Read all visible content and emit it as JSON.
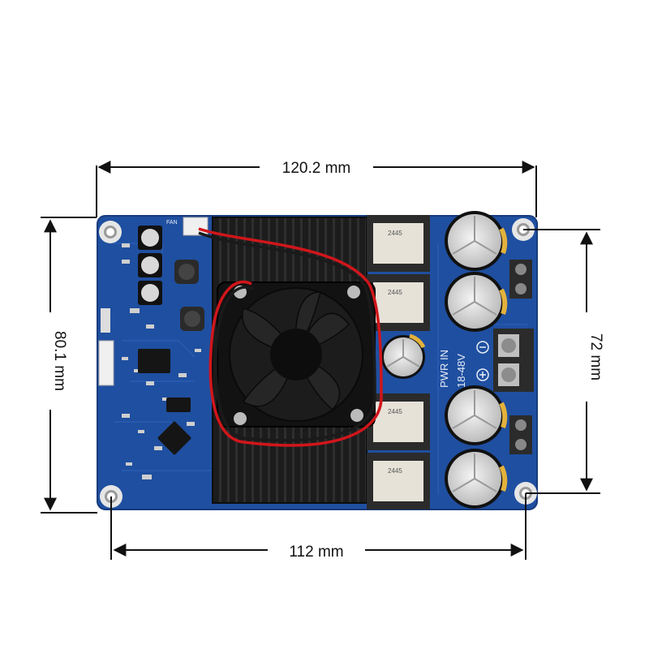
{
  "dimensions": {
    "top_width": "120.2 mm",
    "bottom_width": "112 mm",
    "left_height": "80.1 mm",
    "right_height": "72 mm"
  },
  "board": {
    "power_label": "PWR IN",
    "voltage_label": "18-48V",
    "fan_label": "FAN",
    "capacitor_marking": "2445"
  },
  "colors": {
    "pcb": "#1f4fa0",
    "heatsink": "#1a1a1a",
    "fan": "#111111",
    "capacitor": "#d9d9d9",
    "capacitor_band": "#e3b23c",
    "wire_red": "#d0161b",
    "wire_black": "#1a1a1a",
    "terminal": "#2b2b2b",
    "dimension_line": "#111111"
  }
}
